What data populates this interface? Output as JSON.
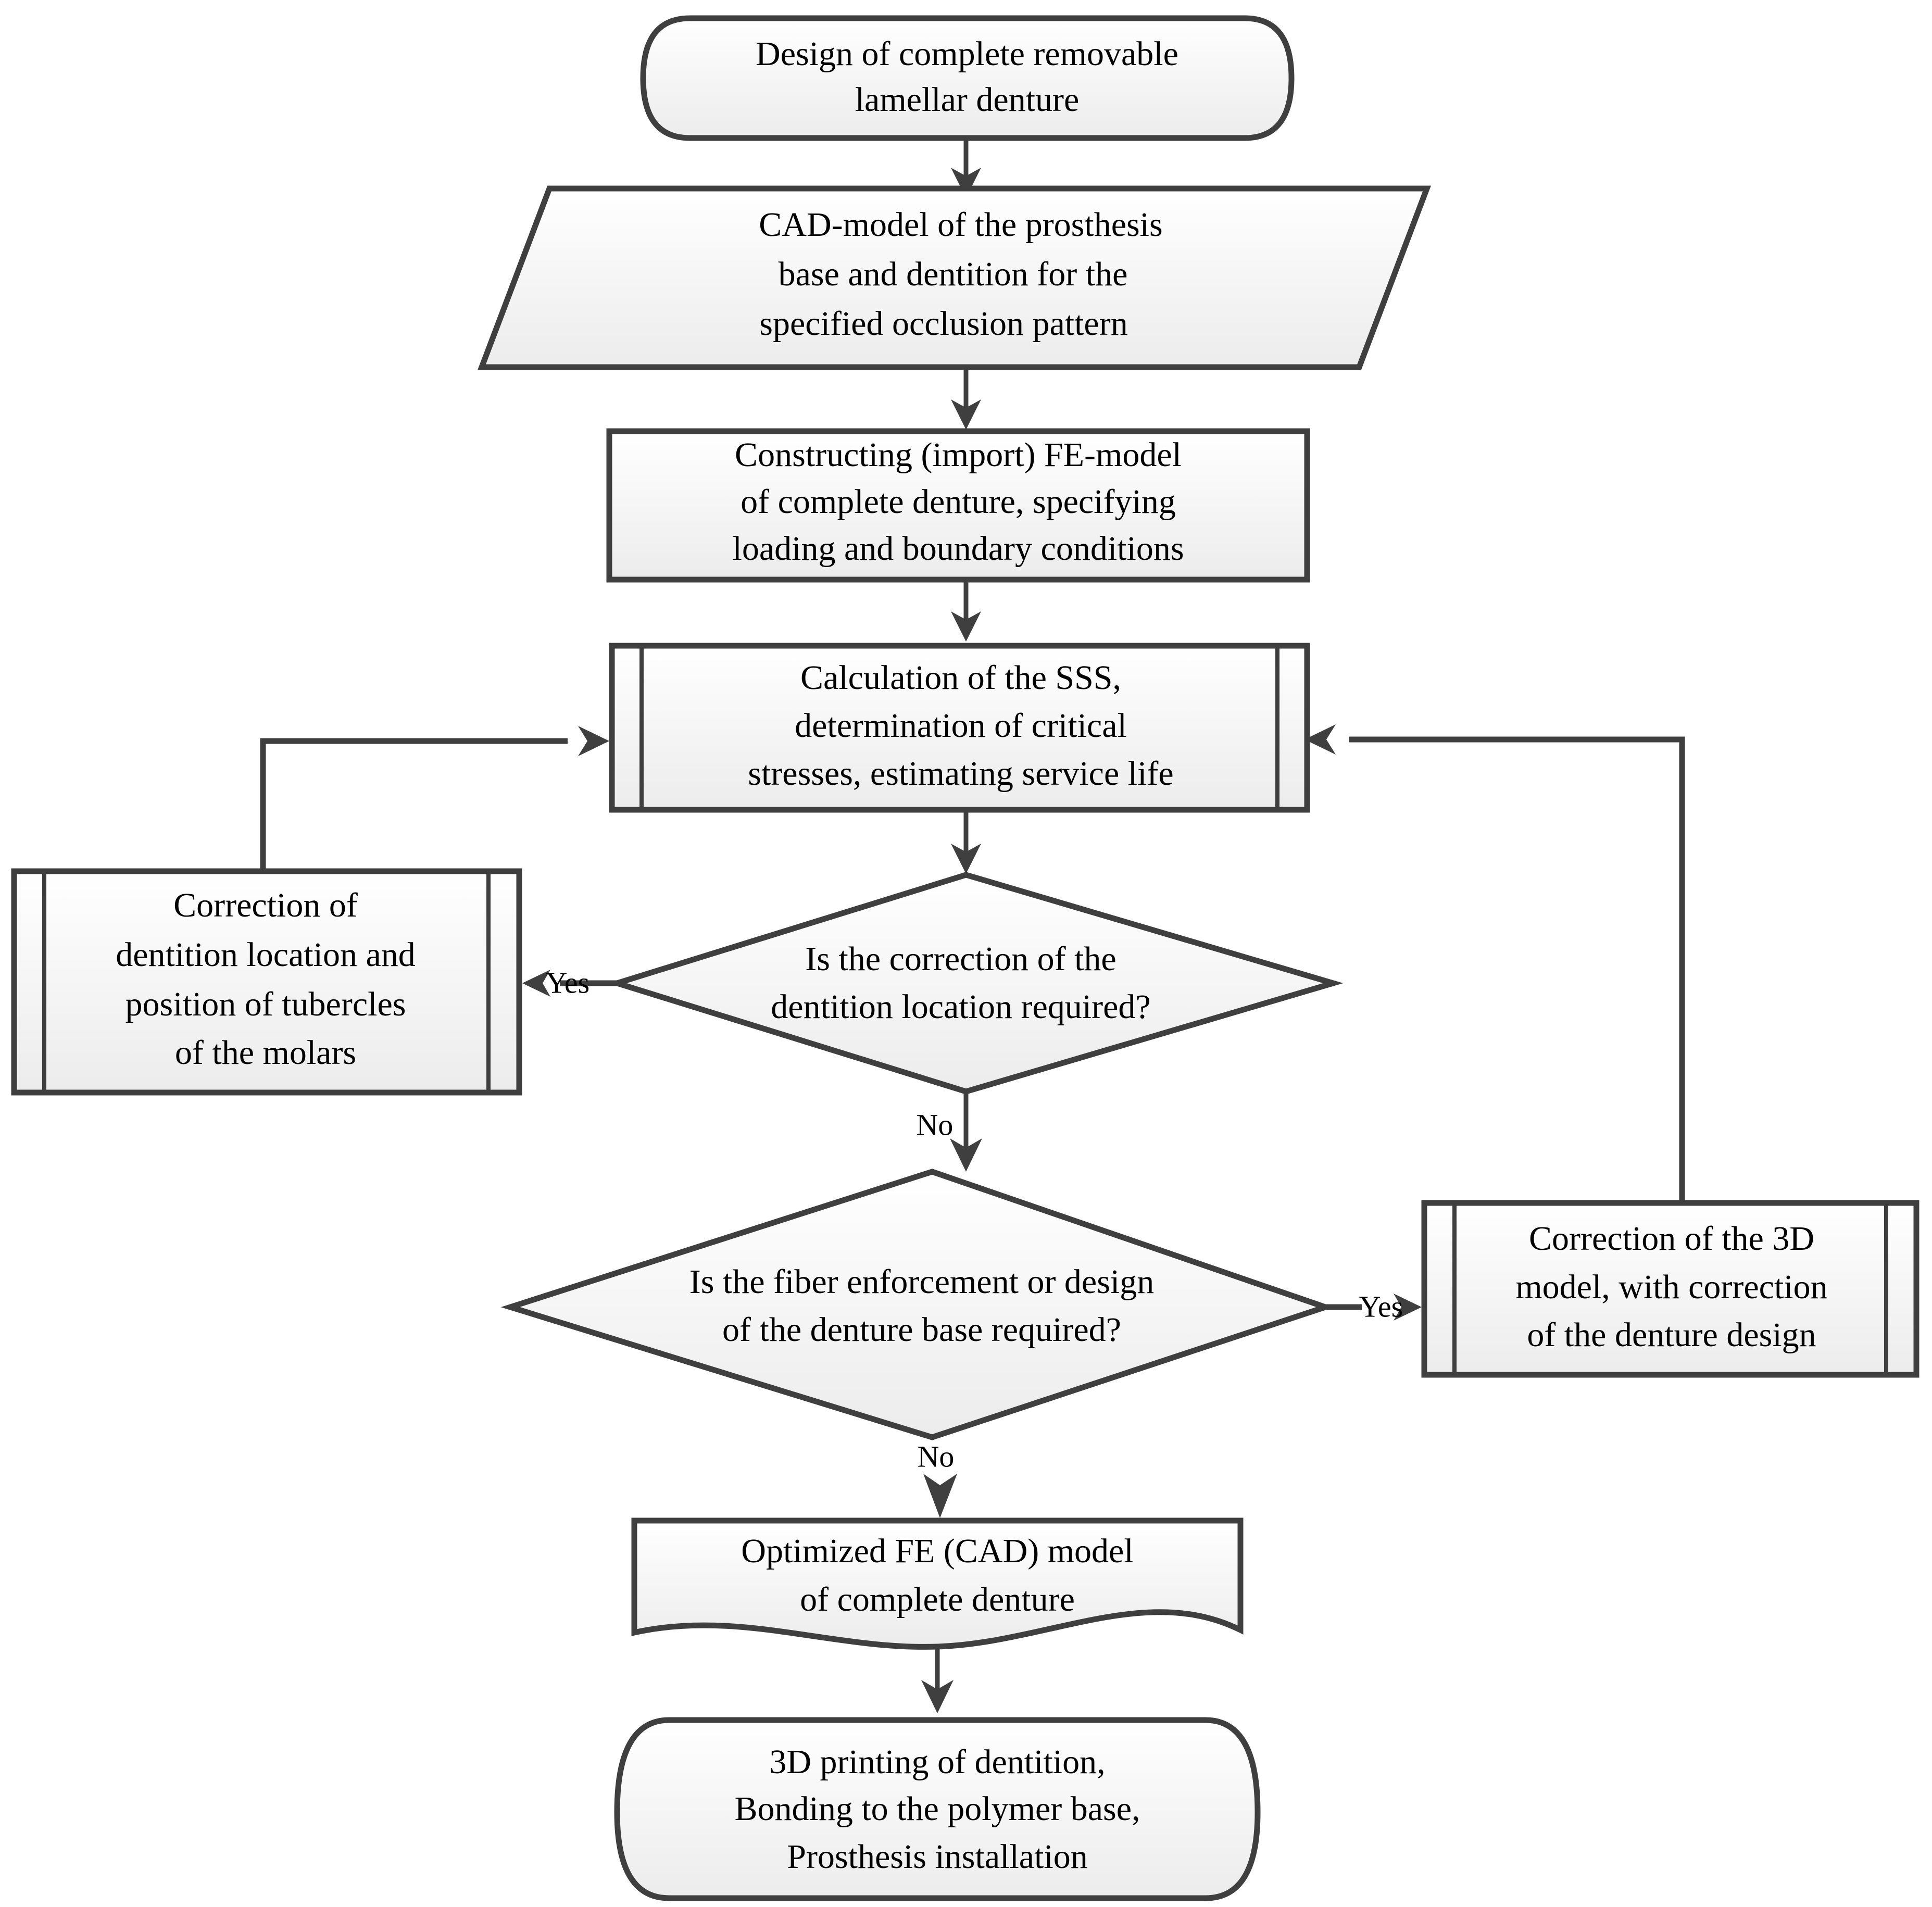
{
  "diagram": {
    "title": "Design workflow of complete removable lamellar denture",
    "colors": {
      "stroke": "#3f3f3f",
      "fill_top": "#ffffff",
      "fill_bottom": "#eeeeee",
      "text": "#000000",
      "background": "#ffffff"
    }
  },
  "nodes": [
    {
      "id": "start",
      "shape": "terminator",
      "lines": [
        "Design of complete removable",
        "lamellar denture"
      ]
    },
    {
      "id": "cad-model",
      "shape": "parallelogram",
      "lines": [
        "CAD-model of the prosthesis",
        "base and dentition for the",
        "specified occlusion pattern"
      ]
    },
    {
      "id": "fe-model",
      "shape": "rectangle",
      "lines": [
        "Constructing (import) FE-model",
        "of complete denture, specifying",
        "loading and boundary conditions"
      ]
    },
    {
      "id": "sss-calc",
      "shape": "predefined-process",
      "lines": [
        "Calculation of the SSS,",
        "determination of critical",
        "stresses, estimating  service life"
      ]
    },
    {
      "id": "decision-dentition",
      "shape": "diamond",
      "lines": [
        "Is the correction of the",
        "dentition location required?"
      ]
    },
    {
      "id": "correction-dentition",
      "shape": "predefined-process",
      "lines": [
        "Correction of",
        "dentition location and",
        "position of tubercles",
        "of the molars"
      ]
    },
    {
      "id": "decision-fiber",
      "shape": "diamond",
      "lines": [
        "Is the fiber enforcement or design",
        "of the denture base required?"
      ]
    },
    {
      "id": "correction-3d",
      "shape": "predefined-process",
      "lines": [
        "Correction of the 3D",
        "model, with correction",
        "of the denture design"
      ]
    },
    {
      "id": "optimized-model",
      "shape": "document",
      "lines": [
        "Optimized FE (CAD) model",
        "of complete denture"
      ]
    },
    {
      "id": "end",
      "shape": "terminator",
      "lines": [
        "3D printing of dentition,",
        "Bonding to the polymer base,",
        "Prosthesis installation"
      ]
    }
  ],
  "edges": [
    {
      "id": "start-to-cad",
      "from": "start",
      "to": "cad-model",
      "label": ""
    },
    {
      "id": "cad-to-fe",
      "from": "cad-model",
      "to": "fe-model",
      "label": ""
    },
    {
      "id": "fe-to-sss",
      "from": "fe-model",
      "to": "sss-calc",
      "label": ""
    },
    {
      "id": "sss-to-decision1",
      "from": "sss-calc",
      "to": "decision-dentition",
      "label": ""
    },
    {
      "id": "decision1-yes",
      "from": "decision-dentition",
      "to": "correction-dentition",
      "label": "Yes"
    },
    {
      "id": "correction1-loop",
      "from": "correction-dentition",
      "to": "sss-calc",
      "label": ""
    },
    {
      "id": "decision1-no",
      "from": "decision-dentition",
      "to": "decision-fiber",
      "label": "No"
    },
    {
      "id": "decision2-yes",
      "from": "decision-fiber",
      "to": "correction-3d",
      "label": "Yes"
    },
    {
      "id": "correction2-loop",
      "from": "correction-3d",
      "to": "sss-calc",
      "label": ""
    },
    {
      "id": "decision2-no",
      "from": "decision-fiber",
      "to": "optimized-model",
      "label": "No"
    },
    {
      "id": "optimized-to-end",
      "from": "optimized-model",
      "to": "end",
      "label": ""
    }
  ],
  "labels": {
    "yes_1": "Yes",
    "no_1": "No",
    "yes_2": "Yes",
    "no_2": "No"
  }
}
